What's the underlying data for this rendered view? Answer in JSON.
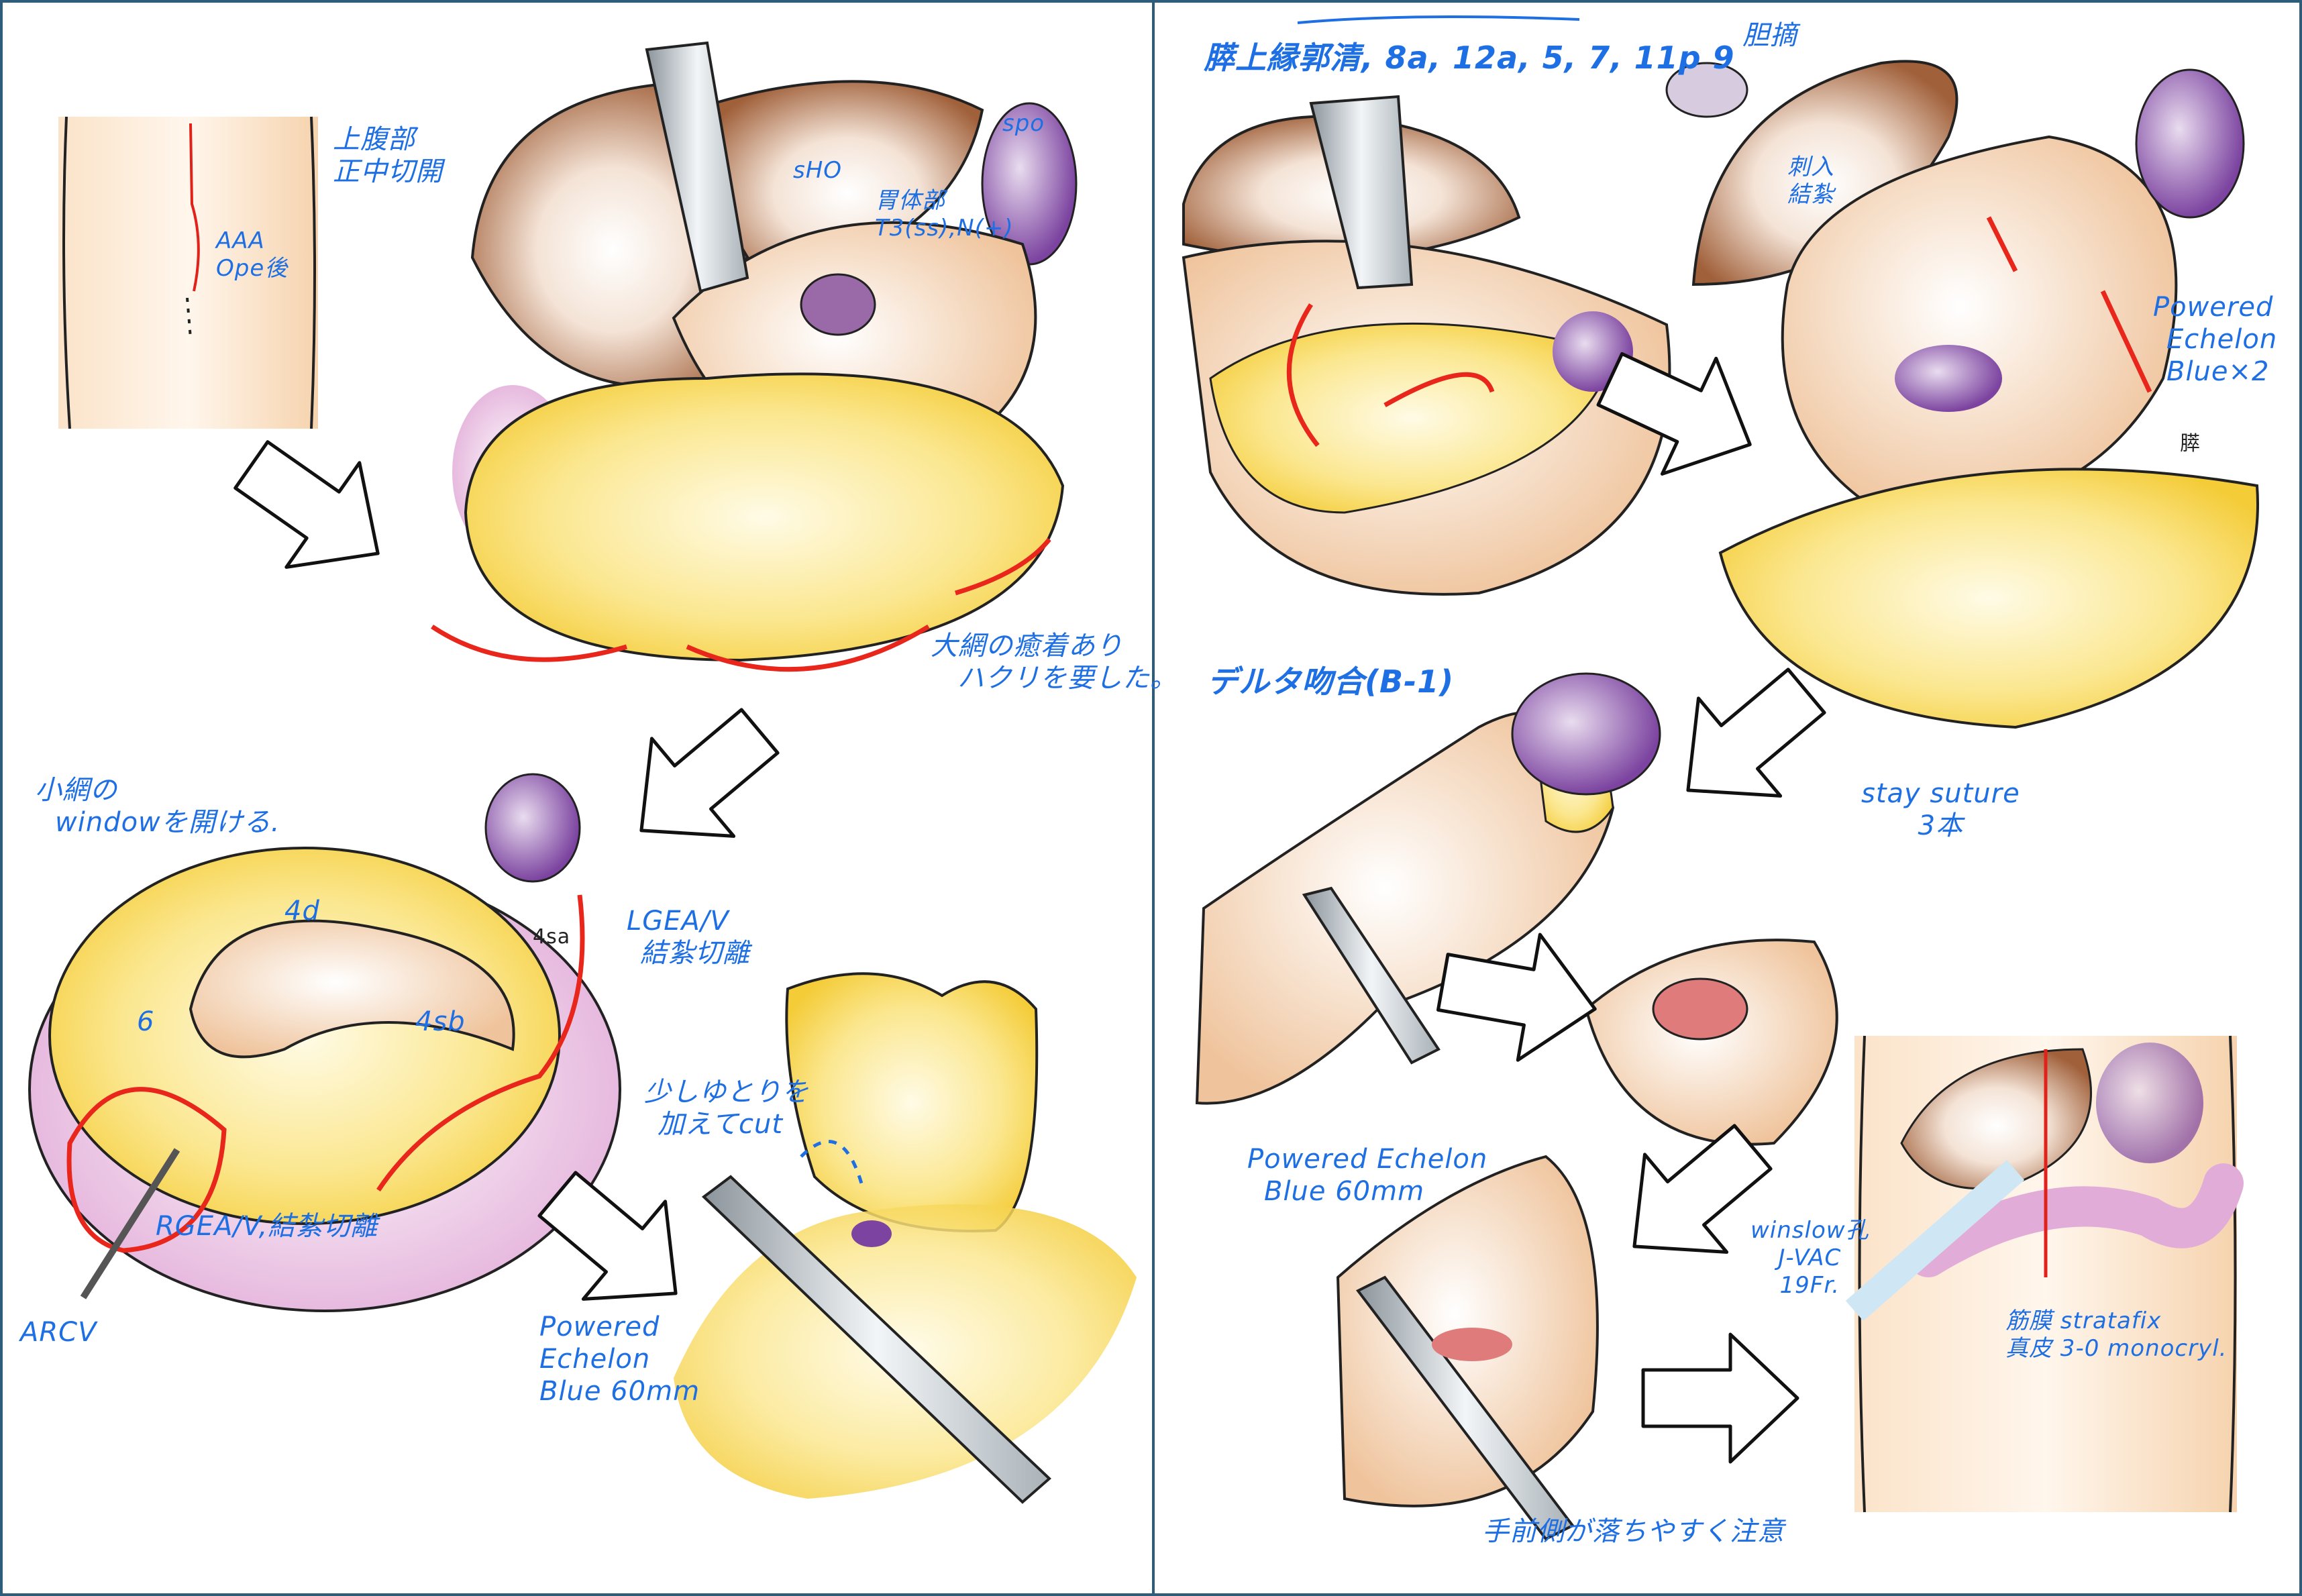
{
  "left_panel": {
    "incision": {
      "line1": "上腹部",
      "line2": "正中切開"
    },
    "history": {
      "line1": "AAA",
      "line2": "Ope後"
    },
    "organ_labels": {
      "sho": "sHO",
      "spo": "spo"
    },
    "tumor": {
      "line1": "胃体部",
      "line2": "T3(ss),N(+)"
    },
    "adhesion_note": {
      "line1": "大網の癒着あり",
      "line2": "ハクリを要した。"
    },
    "window_note": {
      "line1": "小網の",
      "line2": "windowを開ける."
    },
    "lymph_nodes": {
      "n4d": "4d",
      "n6": "6",
      "n4sb": "4sb",
      "n4sa": "4sa"
    },
    "lgea_note": {
      "line1": "LGEA/V",
      "line2": "結紮切離"
    },
    "rgea_note": "RGEA/V,結紮切離",
    "arcv_label": "ARCV",
    "cut_note": {
      "line1": "少しゆとりを",
      "line2": "加えてcut"
    },
    "stapler_note": {
      "line1": "Powered",
      "line2": "Echelon",
      "line3": "Blue 60mm"
    }
  },
  "right_panel": {
    "dissection_title": "膵上縁郭清, 8a, 12a, 5, 7, 11p 9",
    "cholecystectomy": "胆摘",
    "ligation_note": {
      "line1": "刺入",
      "line2": "結紮"
    },
    "stapler_note_x2": {
      "line1": "Powered",
      "line2": "Echelon",
      "line3": "Blue×2"
    },
    "pancreas_label": "膵",
    "delta_title": "デルタ吻合(B-1)",
    "stay_suture": {
      "line1": "stay suture",
      "line2": "3本"
    },
    "stapler_note_60": {
      "line1": "Powered Echelon",
      "line2": "Blue 60mm"
    },
    "caution_note": "手前側が落ちやすく注意",
    "drain_note": {
      "line1": "winslow孔",
      "line2": "J-VAC",
      "line3": "19Fr."
    },
    "closure_note": {
      "line1": "筋膜 stratafix",
      "line2": "真皮 3-0 monocryl."
    }
  },
  "colors": {
    "annotation": "#1d6fe3",
    "red_arrow": "#e8261b",
    "liver": "#a8683f",
    "stomach": "#f3cfae",
    "omentum": "#f6d44a",
    "spleen": "#8a55ad",
    "colon": "#e6b3dd",
    "frame": "#2d5d7b"
  }
}
